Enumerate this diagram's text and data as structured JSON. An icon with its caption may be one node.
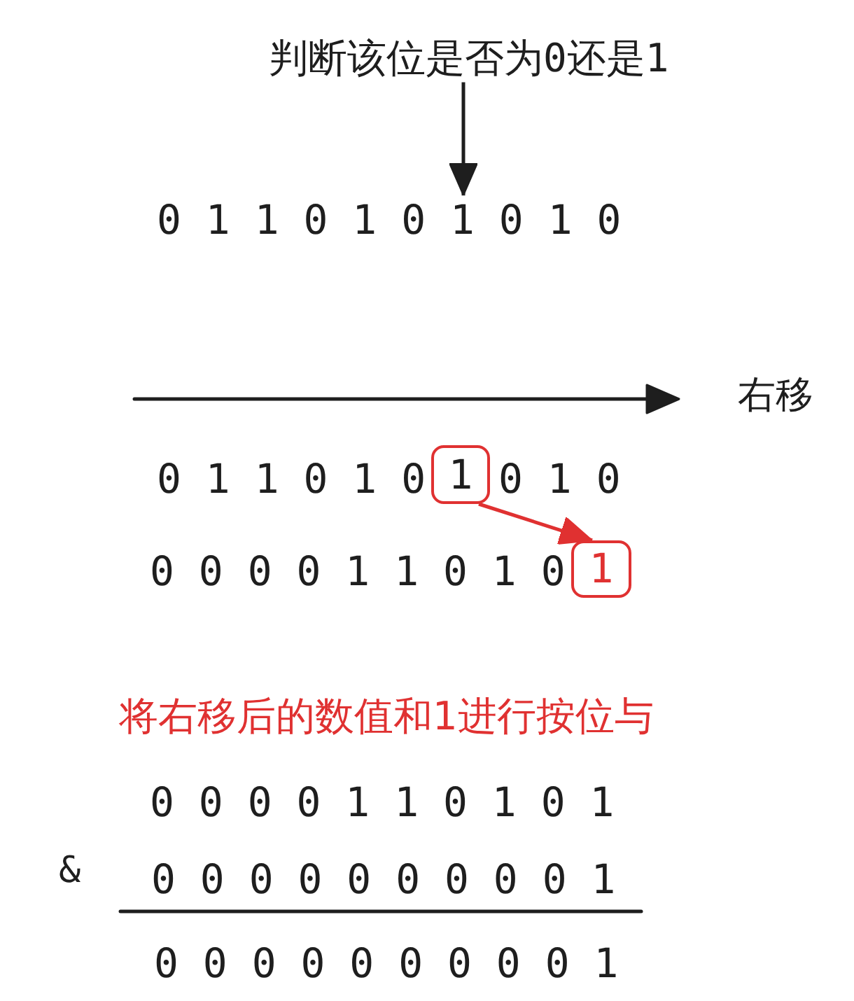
{
  "diagram": {
    "nodes": [
      {
        "text": [
          "判断该位是否为0还是1"
        ]
      },
      {
        "text": [
          "0 1 1 0 1 0 1 0 1 0"
        ]
      },
      {
        "text": [
          "1"
        ]
      },
      {
        "text": [
          "1"
        ]
      }
    ],
    "edges": [
      {
        "from": 0,
        "to": 1,
        "arrow": "to"
      },
      {
        "from": 2,
        "to": 3,
        "arrow": "to",
        "color": "#e03131"
      }
    ],
    "labels": [
      "右移",
      "0 1 1 0 1 0",
      "0 1 0",
      "0 0 0 0 1 1 0 1 0",
      "将右移后的数值和1进行按位与",
      "0 0 0 0 1 1 0 1 0 1",
      "&",
      "0 0 0 0 0 0 0 0 0 1",
      "0 0 0 0 0 0 0 0 0 1"
    ]
  }
}
